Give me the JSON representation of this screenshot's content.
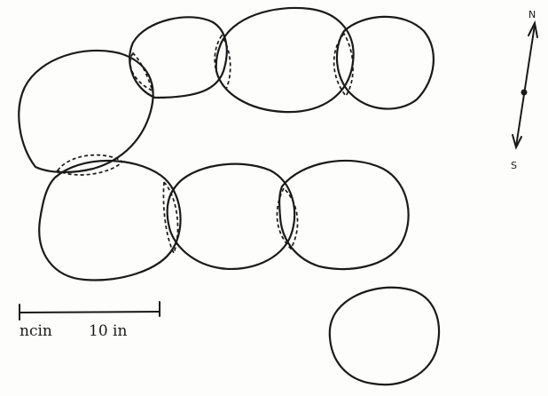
{
  "scale_bar": {
    "left_label": "ncin",
    "right_label": "10 in"
  },
  "compass": {
    "north": "N",
    "south": "S"
  },
  "colors": {
    "ink": "#1a1a1a",
    "paper": "#fdfdfb"
  }
}
